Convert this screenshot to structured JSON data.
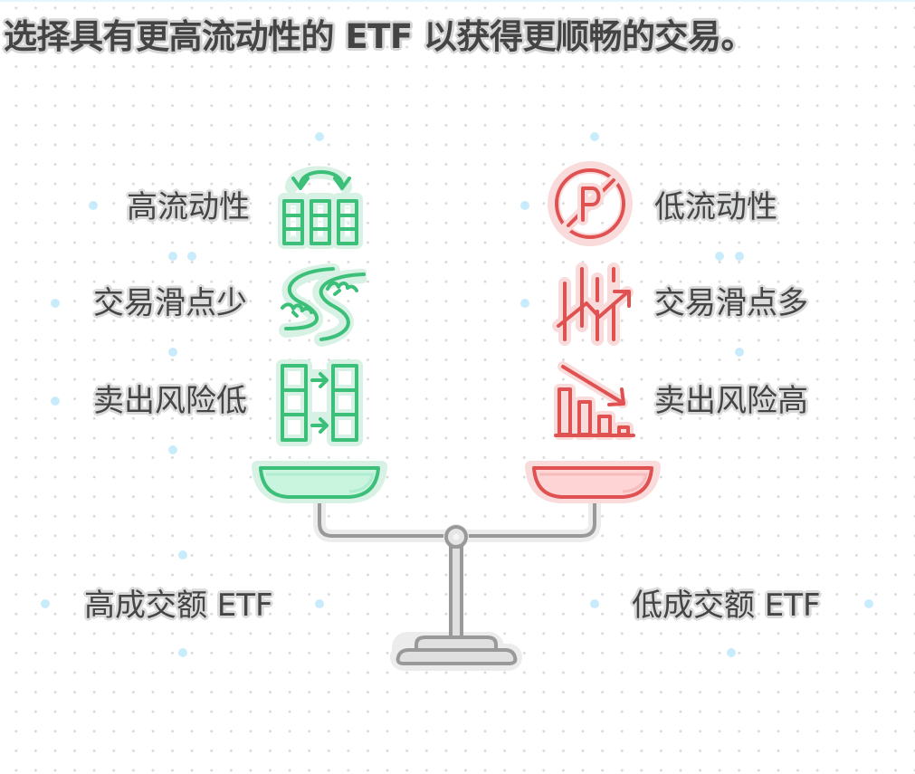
{
  "title": "选择具有更高流动性的 ETF 以获得更顺畅的交易。",
  "colors": {
    "positive": "#3cbf78",
    "positive_fill": "#c9f5df",
    "positive_halo": "#d7f2e4",
    "negative": "#e05252",
    "negative_fill": "#ffd4d4",
    "negative_halo": "#fadbdb",
    "scale": "#999999",
    "scale_fill": "#e0e0e0",
    "text": "#454545"
  },
  "left_side": {
    "heading": "高成交额 ETF",
    "items": [
      {
        "label": "高流动性",
        "icon": "columns-swap-icon"
      },
      {
        "label": "交易滑点少",
        "icon": "smooth-river-icon"
      },
      {
        "label": "卖出风险低",
        "icon": "grid-transfer-icon"
      }
    ]
  },
  "right_side": {
    "heading": "低成交额 ETF",
    "items": [
      {
        "label": "低流动性",
        "icon": "no-parking-icon"
      },
      {
        "label": "交易滑点多",
        "icon": "volatile-chart-icon"
      },
      {
        "label": "卖出风险高",
        "icon": "declining-bars-icon"
      }
    ]
  },
  "scale": {
    "icon": "balance-scale-icon"
  }
}
